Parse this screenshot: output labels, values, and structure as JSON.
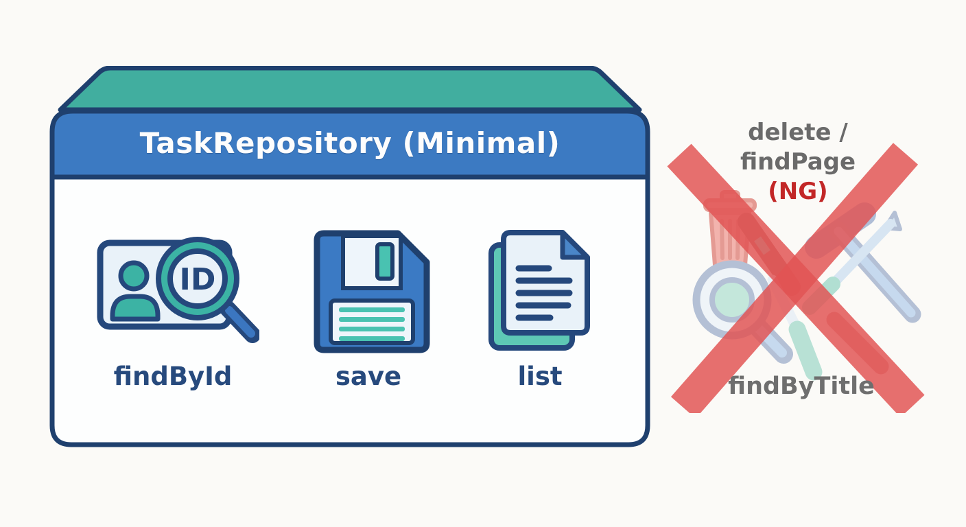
{
  "card": {
    "title": "TaskRepository (Minimal)",
    "methods": [
      {
        "label": "findById",
        "icon": "id-card-magnifier-icon",
        "badge": "ID"
      },
      {
        "label": "save",
        "icon": "floppy-disk-icon"
      },
      {
        "label": "list",
        "icon": "document-stack-icon"
      }
    ],
    "colors": {
      "lid_teal": "#41ae9f",
      "header_blue": "#3c7ac2",
      "border_navy": "#1f406e",
      "label_navy": "#274a7d",
      "icon_teal": "#3cb3a4",
      "icon_light": "#e9f2f9",
      "icon_blue": "#3b76c0"
    }
  },
  "excluded": {
    "title_line1": "delete /",
    "title_line2": "findPage",
    "ng_label": "(NG)",
    "bottom_label": "findByTitle",
    "icons": [
      "trash-icon",
      "screwdriver-icon",
      "magnifier-icon",
      "hammer-icon",
      "knife-icon",
      "wrench-icon",
      "red-cross-icon"
    ],
    "colors": {
      "cross_red": "#e15454",
      "ng_red": "#c22727",
      "text_gray": "#6a6a6a",
      "faded_salmon": "#f0a29b",
      "faded_bluegray": "#a3b2cd"
    }
  }
}
